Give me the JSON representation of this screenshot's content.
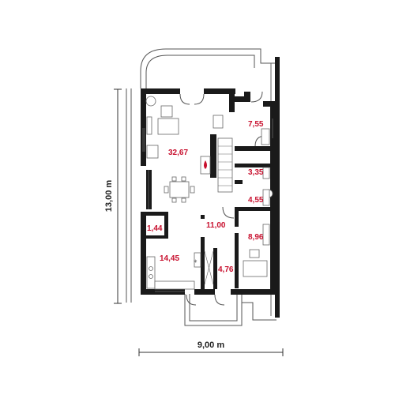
{
  "plan": {
    "dimensions": {
      "depth": "13,00 m",
      "width": "9,00 m"
    },
    "rooms": [
      {
        "id": "living",
        "area": "32,67"
      },
      {
        "id": "garage",
        "area": "7,55"
      },
      {
        "id": "wc",
        "area": "3,35"
      },
      {
        "id": "bath",
        "area": "4,55"
      },
      {
        "id": "pantry",
        "area": "1,44"
      },
      {
        "id": "hall",
        "area": "11,00"
      },
      {
        "id": "utility",
        "area": "8,96"
      },
      {
        "id": "kitchen",
        "area": "14,45"
      },
      {
        "id": "vestibule",
        "area": "4,76"
      }
    ],
    "colors": {
      "label": "#c8102e",
      "wall": "#1a1a1a",
      "fire": "#c8102e"
    }
  }
}
